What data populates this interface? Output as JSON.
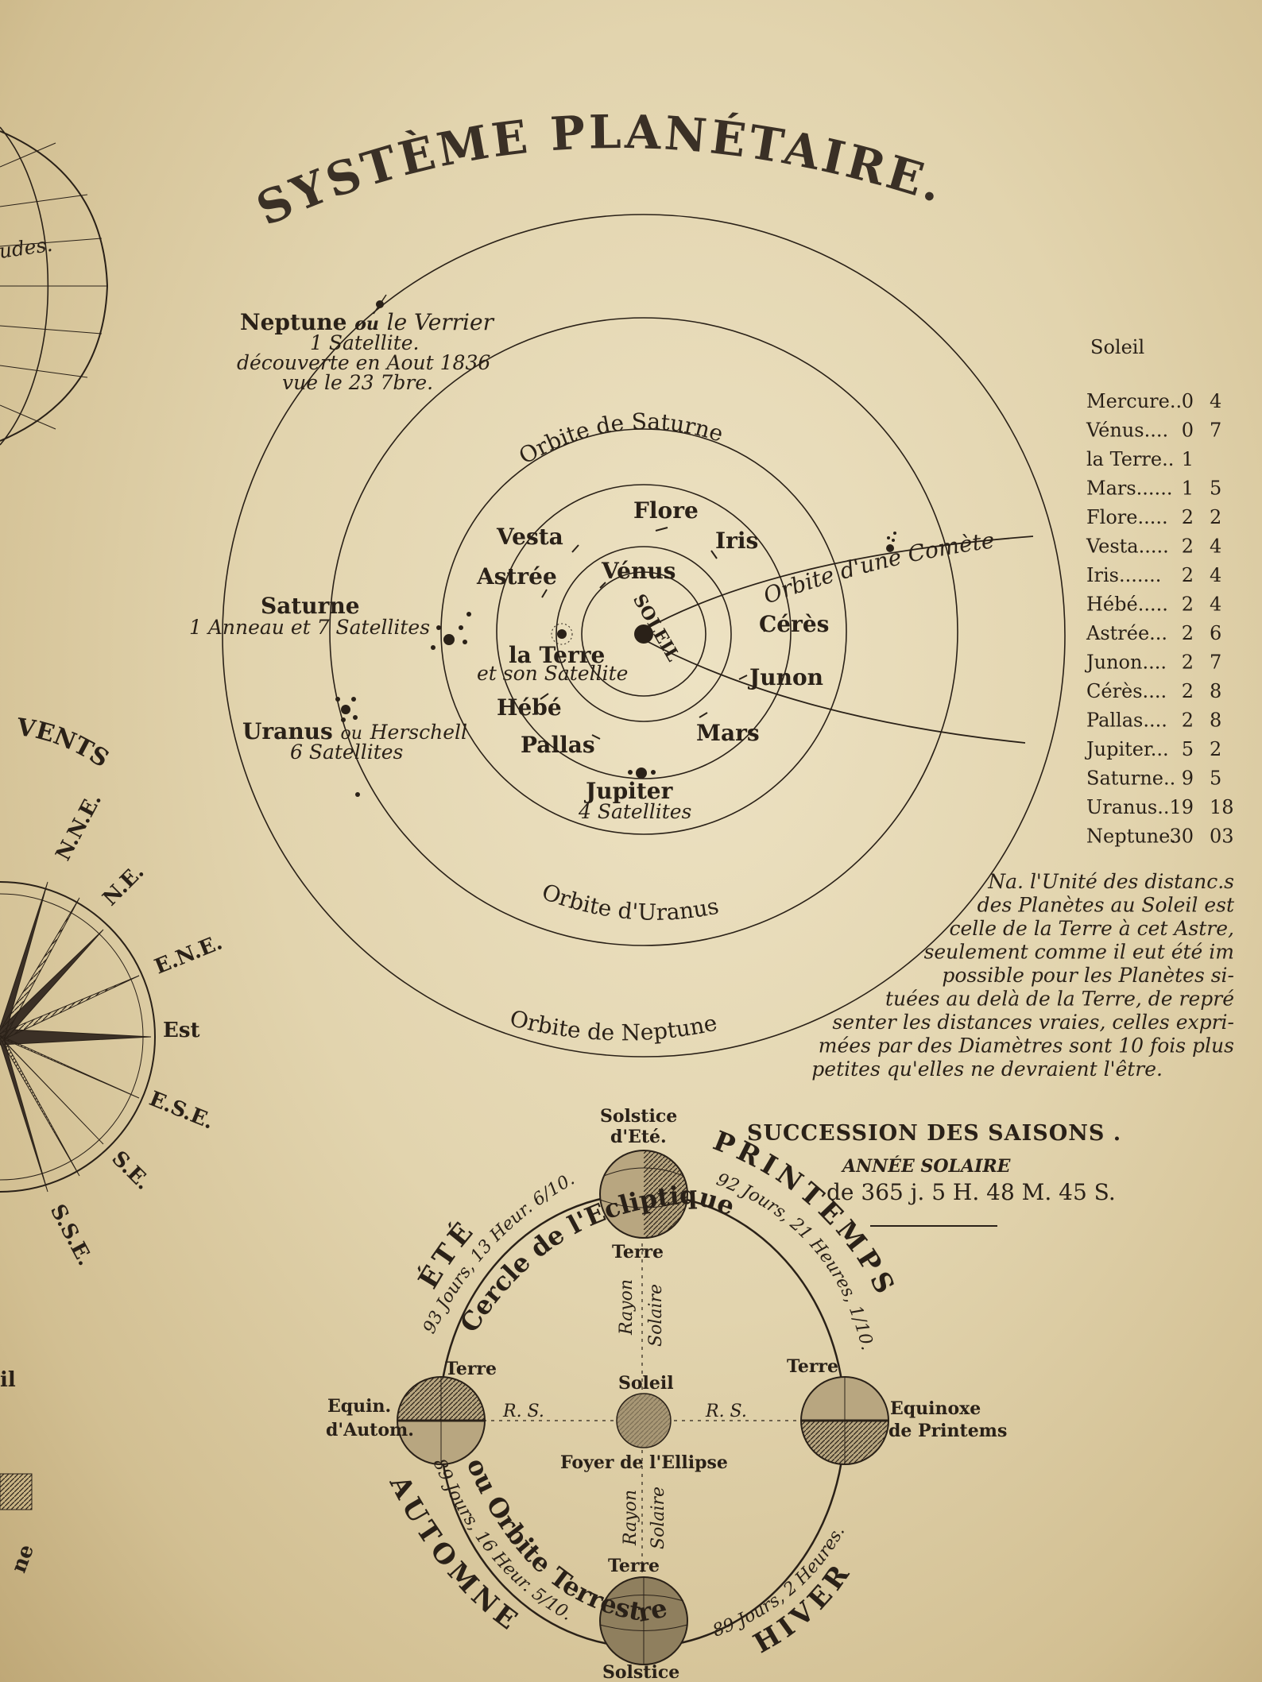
{
  "title": "SYSTÈME PLANÉTAIRE.",
  "solar_system": {
    "sun": "SOLEIL",
    "orbits": {
      "saturne": "Orbite de Saturne",
      "uranus": "Orbite d'Uranus",
      "neptune": "Orbite de Neptune",
      "comet": "Orbite d'une Comète"
    },
    "neptune": {
      "name": "Neptune",
      "alt_prefix": "ou",
      "alt_name": "le Verrier",
      "line1": "1 Satellite.",
      "line2": "découverte en Aout 1836",
      "line3": "vue le 23 7bre."
    },
    "saturne": {
      "name": "Saturne",
      "sub": "1 Anneau et 7 Satellites"
    },
    "uranus": {
      "name": "Uranus",
      "alt_prefix": "ou",
      "alt_name": "Herschell",
      "sub": "6 Satellites"
    },
    "jupiter": {
      "name": "Jupiter",
      "sub": "4 Satellites"
    },
    "terre": {
      "name": "la Terre",
      "sub": "et son Satellite"
    },
    "planets": [
      "Flore",
      "Vesta",
      "Iris",
      "Astrée",
      "Vénus",
      "Cérès",
      "Junon",
      "Hébé",
      "Pallas",
      "Mars"
    ]
  },
  "distance_table": {
    "header": "Soleil",
    "rows": [
      {
        "name": "Mercure..",
        "a": "0",
        "b": "4"
      },
      {
        "name": "Vénus....",
        "a": "0",
        "b": "7"
      },
      {
        "name": "la Terre..",
        "a": "1",
        "b": ""
      },
      {
        "name": "Mars......",
        "a": "1",
        "b": "5"
      },
      {
        "name": "Flore.....",
        "a": "2",
        "b": "2"
      },
      {
        "name": "Vesta.....",
        "a": "2",
        "b": "4"
      },
      {
        "name": "Iris.......",
        "a": "2",
        "b": "4"
      },
      {
        "name": "Hébé.....",
        "a": "2",
        "b": "4"
      },
      {
        "name": "Astrée...",
        "a": "2",
        "b": "6"
      },
      {
        "name": "Junon....",
        "a": "2",
        "b": "7"
      },
      {
        "name": "Cérès....",
        "a": "2",
        "b": "8"
      },
      {
        "name": "Pallas....",
        "a": "2",
        "b": "8"
      },
      {
        "name": "Jupiter...",
        "a": "5",
        "b": "2"
      },
      {
        "name": "Saturne..",
        "a": "9",
        "b": "5"
      },
      {
        "name": "Uranus..",
        "a": "19",
        "b": "18"
      },
      {
        "name": "Neptune.",
        "a": "30",
        "b": "03"
      }
    ]
  },
  "note_lines": [
    "Na. l'Unité des distanc.s",
    "des Planètes au Soleil est",
    "celle de la Terre à cet Astre,",
    "seulement comme il eut été im",
    "possible pour les Planètes si-",
    "tuées au delà de la Terre, de repré",
    "senter les distances vraies, celles expri-",
    "mées par des Diamètres sont 10 fois plus",
    "petites qu'elles ne devraient l'être."
  ],
  "winds": {
    "title": "VENTS",
    "points": [
      "N.N.E.",
      "N.E.",
      "E.N.E.",
      "Est",
      "E.S.E.",
      "S.E.",
      "S.S.E."
    ],
    "fragments": [
      "udes.",
      "il",
      "ne"
    ]
  },
  "seasons": {
    "title": "SUCCESSION DES SAISONS .",
    "subtitle": "ANNÉE SOLAIRE",
    "duration": "de 365 j. 5 H. 48 M. 45 S.",
    "solstice_ete_1": "Solstice",
    "solstice_ete_2": "d'Eté.",
    "solstice_hiver": "Solstice",
    "equinox_autumn_1": "Equin.",
    "equinox_autumn_2": "d'Autom.",
    "equinox_spring_1": "Equinoxe",
    "equinox_spring_2": "de Printems",
    "terre": "Terre",
    "soleil": "Soleil",
    "foyer": "Foyer de l'Ellipse",
    "rayon": "Rayon",
    "solaire": "Solaire",
    "rs": "R. S.",
    "ete": "ÉTÉ",
    "printemps": "PRINTEMPS",
    "automne": "AUTOMNE",
    "hiver": "HIVER",
    "ete_days": "93 Jours, 13 Heur. 6/10.",
    "printemps_days": "92 Jours, 21 Heures, 1/10.",
    "automne_days": "89 Jours, 16 Heur. 5/10.",
    "hiver_days": "89 Jours, 2 Heures.",
    "ecliptic_1": "Cercle de l'Ecliptique",
    "ecliptic_2": "ou Orbite Terrestre"
  }
}
